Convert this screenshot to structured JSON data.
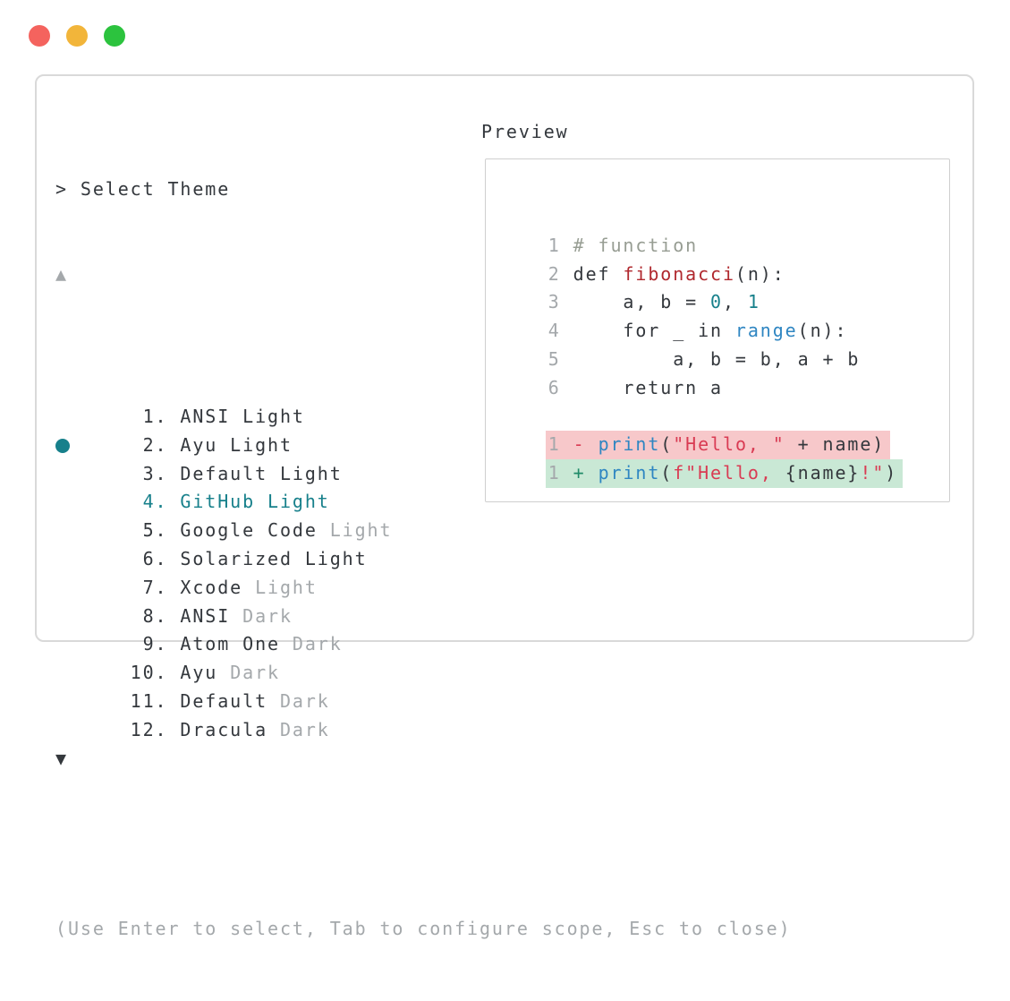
{
  "palette": {
    "dark": "#34383d",
    "gray": "#a4a8ab",
    "teal": "#17808b",
    "plus": "#1f8a68",
    "func": "#b0282e",
    "string": "#d93b53",
    "builtin": "#2f86c2",
    "comment": "#979d93",
    "removed_bg": "#f7c8ca",
    "added_bg": "#c9e8d5",
    "panel_border": "#d9d9d9",
    "inner_border": "#cfcfcf"
  },
  "window": {
    "dots": [
      {
        "name": "close",
        "color": "#f4635e"
      },
      {
        "name": "minimize",
        "color": "#f2b53a"
      },
      {
        "name": "zoom",
        "color": "#2cc33e"
      }
    ]
  },
  "header": {
    "prompt": "> ",
    "title": "Select Theme"
  },
  "scroll": {
    "up_symbol": "▲",
    "down_symbol": "▼"
  },
  "theme_list": {
    "selected_number": 4,
    "items": [
      {
        "prefix": "   1. ",
        "name": "ANSI Light",
        "suffix": "",
        "selected": false
      },
      {
        "prefix": "   2. ",
        "name": "Ayu Light",
        "suffix": "",
        "selected": false
      },
      {
        "prefix": "   3. ",
        "name": "Default Light",
        "suffix": "",
        "selected": false
      },
      {
        "prefix": "   4. ",
        "name": "GitHub Light",
        "suffix": "",
        "selected": true
      },
      {
        "prefix": "   5. ",
        "name": "Google Code",
        "suffix": " Light",
        "selected": false
      },
      {
        "prefix": "   6. ",
        "name": "Solarized Light",
        "suffix": "",
        "selected": false
      },
      {
        "prefix": "   7. ",
        "name": "Xcode",
        "suffix": " Light",
        "selected": false
      },
      {
        "prefix": "   8. ",
        "name": "ANSI",
        "suffix": " Dark",
        "selected": false
      },
      {
        "prefix": "   9. ",
        "name": "Atom One",
        "suffix": " Dark",
        "selected": false
      },
      {
        "prefix": "  10. ",
        "name": "Ayu",
        "suffix": " Dark",
        "selected": false
      },
      {
        "prefix": "  11. ",
        "name": "Default",
        "suffix": " Dark",
        "selected": false
      },
      {
        "prefix": "  12. ",
        "name": "Dracula",
        "suffix": " Dark",
        "selected": false
      }
    ]
  },
  "preview": {
    "label": "Preview",
    "code_lines": [
      {
        "num": "1",
        "diff": "",
        "segments": [
          {
            "t": " # function",
            "c": "comment"
          }
        ]
      },
      {
        "num": "2",
        "diff": "",
        "segments": [
          {
            "t": " def ",
            "c": "text"
          },
          {
            "t": "fibonacci",
            "c": "func"
          },
          {
            "t": "(n):",
            "c": "text"
          }
        ]
      },
      {
        "num": "3",
        "diff": "",
        "segments": [
          {
            "t": "     a, b = ",
            "c": "text"
          },
          {
            "t": "0",
            "c": "num"
          },
          {
            "t": ", ",
            "c": "text"
          },
          {
            "t": "1",
            "c": "num"
          }
        ]
      },
      {
        "num": "4",
        "diff": "",
        "segments": [
          {
            "t": "     for _ in ",
            "c": "text"
          },
          {
            "t": "range",
            "c": "builtin"
          },
          {
            "t": "(n):",
            "c": "text"
          }
        ]
      },
      {
        "num": "5",
        "diff": "",
        "segments": [
          {
            "t": "         a, b = b, a + b",
            "c": "text"
          }
        ]
      },
      {
        "num": "6",
        "diff": "",
        "segments": [
          {
            "t": "     return a",
            "c": "text"
          }
        ]
      },
      {
        "num": "",
        "diff": "",
        "segments": []
      },
      {
        "num": "1",
        "diff": "removed",
        "segments": [
          {
            "t": " ",
            "c": "text"
          },
          {
            "t": "- ",
            "c": "string"
          },
          {
            "t": "print",
            "c": "builtin"
          },
          {
            "t": "(",
            "c": "text"
          },
          {
            "t": "\"Hello, \"",
            "c": "string"
          },
          {
            "t": " + name)",
            "c": "text"
          }
        ]
      },
      {
        "num": "1",
        "diff": "added",
        "segments": [
          {
            "t": " ",
            "c": "text"
          },
          {
            "t": "+ ",
            "c": "plus"
          },
          {
            "t": "print",
            "c": "builtin"
          },
          {
            "t": "(",
            "c": "text"
          },
          {
            "t": "f\"Hello, ",
            "c": "string"
          },
          {
            "t": "{name}",
            "c": "text"
          },
          {
            "t": "!\"",
            "c": "string"
          },
          {
            "t": ")",
            "c": "text"
          }
        ]
      }
    ]
  },
  "footer": {
    "hint": "(Use Enter to select, Tab to configure scope, Esc to close)"
  }
}
